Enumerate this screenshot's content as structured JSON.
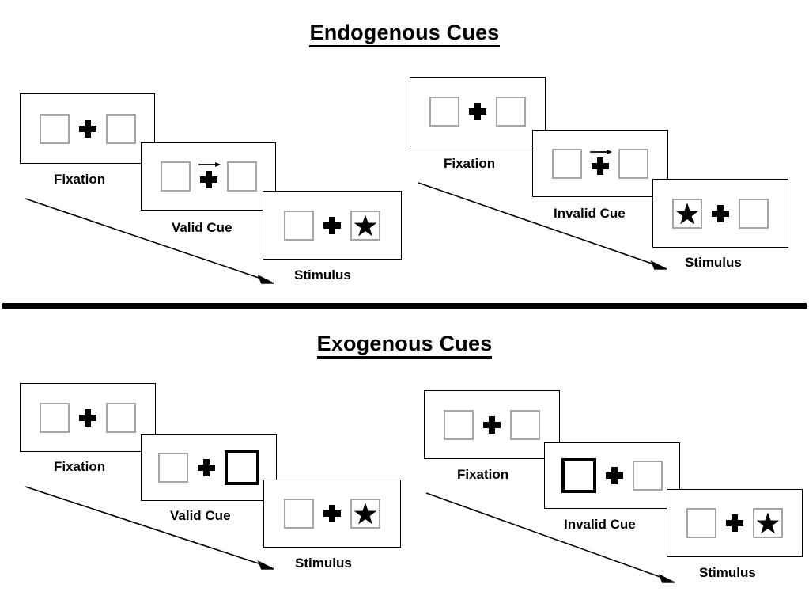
{
  "figure": {
    "background": "#ffffff",
    "neutral_square_color": "#a6a6a6",
    "cued_square_color": "#000000",
    "ink_color": "#000000"
  },
  "sections": [
    {
      "id": "endogenous",
      "title": "Endogenous Cues"
    },
    {
      "id": "exogenous",
      "title": "Exogenous Cues"
    }
  ],
  "labels": {
    "fixation": "Fixation",
    "valid_cue": "Valid Cue",
    "invalid_cue": "Invalid Cue",
    "stimulus": "Stimulus"
  },
  "sequences": [
    {
      "id": "endogenous-valid",
      "section": "Endogenous Cues",
      "cue_type": "endogenous",
      "validity": "valid",
      "frames": [
        {
          "name": "fixation",
          "caption": "Fixation",
          "left_square": "empty",
          "right_square": "empty",
          "cue": "none",
          "cue_side": "none"
        },
        {
          "name": "valid-cue",
          "caption": "Valid Cue",
          "left_square": "empty",
          "right_square": "empty",
          "cue": "arrow-right",
          "cue_side": "right"
        },
        {
          "name": "stimulus",
          "caption": "Stimulus",
          "left_square": "empty",
          "right_square": "star",
          "cue": "none",
          "cue_side": "none"
        }
      ]
    },
    {
      "id": "endogenous-invalid",
      "section": "Endogenous Cues",
      "cue_type": "endogenous",
      "validity": "invalid",
      "frames": [
        {
          "name": "fixation",
          "caption": "Fixation",
          "left_square": "empty",
          "right_square": "empty",
          "cue": "none",
          "cue_side": "none"
        },
        {
          "name": "invalid-cue",
          "caption": "Invalid Cue",
          "left_square": "empty",
          "right_square": "empty",
          "cue": "arrow-right",
          "cue_side": "right"
        },
        {
          "name": "stimulus",
          "caption": "Stimulus",
          "left_square": "star",
          "right_square": "empty",
          "cue": "none",
          "cue_side": "none"
        }
      ]
    },
    {
      "id": "exogenous-valid",
      "section": "Exogenous Cues",
      "cue_type": "exogenous",
      "validity": "valid",
      "frames": [
        {
          "name": "fixation",
          "caption": "Fixation",
          "left_square": "empty",
          "right_square": "empty",
          "cue": "none",
          "cue_side": "none"
        },
        {
          "name": "valid-cue",
          "caption": "Valid Cue",
          "left_square": "empty",
          "right_square": "thick-outline",
          "cue": "square-flash",
          "cue_side": "right"
        },
        {
          "name": "stimulus",
          "caption": "Stimulus",
          "left_square": "empty",
          "right_square": "star",
          "cue": "none",
          "cue_side": "none"
        }
      ]
    },
    {
      "id": "exogenous-invalid",
      "section": "Exogenous Cues",
      "cue_type": "exogenous",
      "validity": "invalid",
      "frames": [
        {
          "name": "fixation",
          "caption": "Fixation",
          "left_square": "empty",
          "right_square": "empty",
          "cue": "none",
          "cue_side": "none"
        },
        {
          "name": "invalid-cue",
          "caption": "Invalid Cue",
          "left_square": "thick-outline",
          "right_square": "empty",
          "cue": "square-flash",
          "cue_side": "left"
        },
        {
          "name": "stimulus",
          "caption": "Stimulus",
          "left_square": "empty",
          "right_square": "star",
          "cue": "none",
          "cue_side": "none"
        }
      ]
    }
  ],
  "time_arrows": [
    {
      "id": "endogenous-left",
      "direction": "down-right"
    },
    {
      "id": "endogenous-right",
      "direction": "down-right"
    },
    {
      "id": "exogenous-left",
      "direction": "down-right"
    },
    {
      "id": "exogenous-right",
      "direction": "down-right"
    }
  ]
}
